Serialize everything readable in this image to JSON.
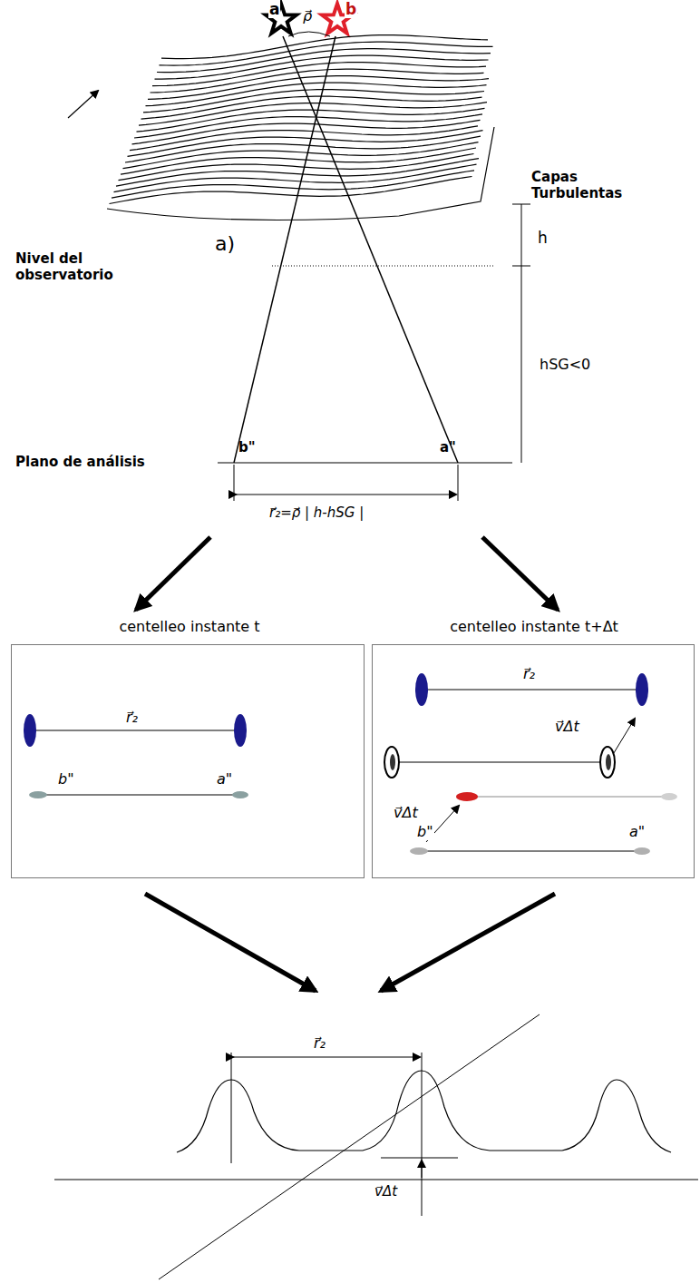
{
  "diagram": {
    "nodes": [
      {
        "text": [
          "centelleo instante t",
          "r⃗₂",
          "b\"",
          "a\""
        ]
      },
      {
        "text": [
          "centelleo instante t+Δt",
          "r⃗₂",
          "v⃗Δt",
          "v⃗Δt",
          "b\"",
          "a\""
        ]
      }
    ],
    "labels": [
      "a",
      "b",
      "ρ⃗",
      "Capas Turbulentas",
      "h",
      "a)",
      "Nivel del observatorio",
      "hSG<0",
      "Plano de análisis",
      "b\"",
      "a\"",
      "r⃗₂=ρ⃗ | h-hSG |",
      "r⃗₂",
      "v⃗Δt"
    ]
  }
}
